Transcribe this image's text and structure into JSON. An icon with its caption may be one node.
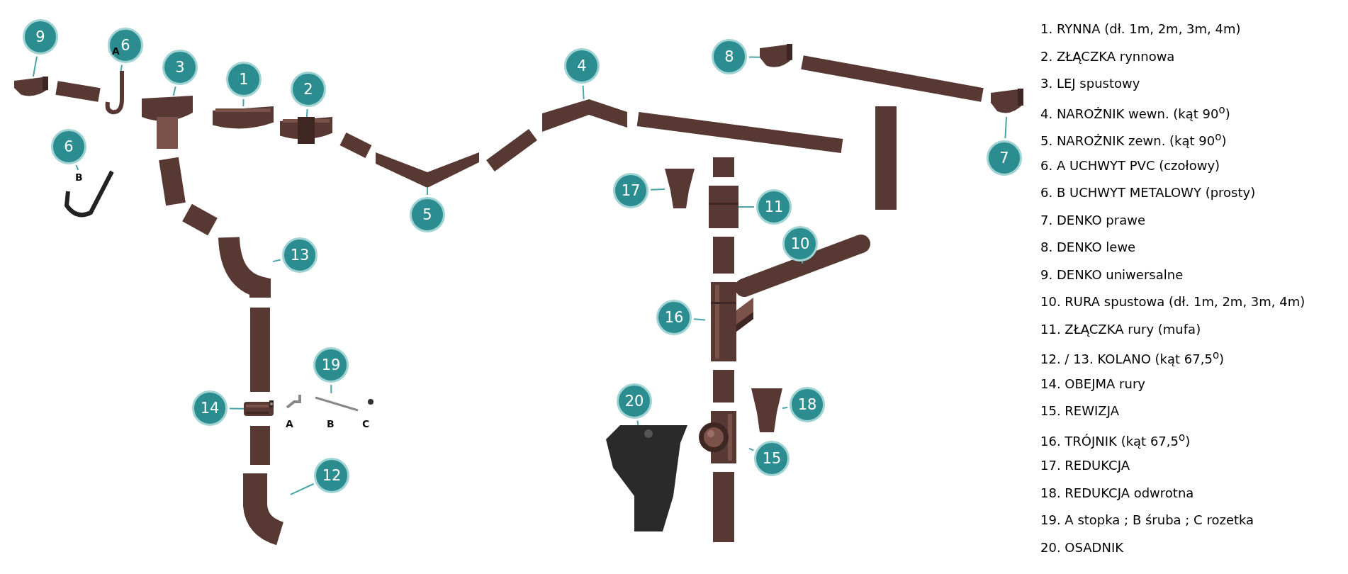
{
  "diagram": {
    "nodes": [
      {
        "text": [
          "9"
        ]
      },
      {
        "text": [
          "6"
        ]
      },
      {
        "text": [
          "3"
        ]
      },
      {
        "text": [
          "1"
        ]
      },
      {
        "text": [
          "2"
        ]
      },
      {
        "text": [
          "4"
        ]
      },
      {
        "text": [
          "6"
        ]
      },
      {
        "text": [
          "5"
        ]
      },
      {
        "text": [
          "13"
        ]
      },
      {
        "text": [
          "14"
        ]
      },
      {
        "text": [
          "19"
        ]
      },
      {
        "text": [
          "12"
        ]
      },
      {
        "text": [
          "8"
        ]
      },
      {
        "text": [
          "17"
        ]
      },
      {
        "text": [
          "11"
        ]
      },
      {
        "text": [
          "7"
        ]
      },
      {
        "text": [
          "10"
        ]
      },
      {
        "text": [
          "16"
        ]
      },
      {
        "text": [
          "20"
        ]
      },
      {
        "text": [
          "18"
        ]
      },
      {
        "text": [
          "15"
        ]
      },
      {
        "text": [],
        "shape": "picture"
      },
      {
        "text": [],
        "shape": "picture"
      },
      {
        "text": [],
        "shape": "picture"
      },
      {
        "text": [],
        "shape": "picture"
      },
      {
        "text": [],
        "shape": "picture"
      },
      {
        "text": [],
        "shape": "picture"
      },
      {
        "text": [],
        "shape": "picture"
      },
      {
        "text": [],
        "shape": "picture"
      },
      {
        "text": [],
        "shape": "picture"
      },
      {
        "text": [],
        "shape": "picture"
      },
      {
        "text": [],
        "shape": "picture"
      },
      {
        "text": [],
        "shape": "picture"
      },
      {
        "text": [],
        "shape": "picture"
      },
      {
        "text": [],
        "shape": "picture"
      },
      {
        "text": [],
        "shape": "picture"
      },
      {
        "text": [],
        "shape": "picture"
      },
      {
        "text": [],
        "shape": "picture"
      },
      {
        "text": [],
        "shape": "picture"
      },
      {
        "text": [],
        "shape": "picture"
      },
      {
        "text": [],
        "shape": "picture"
      },
      {
        "text": [],
        "shape": "picture"
      }
    ],
    "edges": [
      {
        "from": 0,
        "to": 21,
        "arrow": "none"
      },
      {
        "from": 1,
        "to": 22,
        "arrow": "none"
      },
      {
        "from": 2,
        "to": 23,
        "arrow": "none"
      },
      {
        "from": 3,
        "to": 24,
        "arrow": "none"
      },
      {
        "from": 4,
        "to": 25,
        "arrow": "none"
      },
      {
        "from": 5,
        "to": 26,
        "arrow": "none"
      },
      {
        "from": 6,
        "to": 27,
        "arrow": "none"
      },
      {
        "from": 7,
        "to": 28,
        "arrow": "none"
      },
      {
        "from": 8,
        "to": 29,
        "arrow": "none"
      },
      {
        "from": 9,
        "to": 30,
        "arrow": "none"
      },
      {
        "from": 10,
        "to": 31,
        "arrow": "none"
      },
      {
        "from": 11,
        "to": 32,
        "arrow": "none"
      },
      {
        "from": 12,
        "to": 33,
        "arrow": "none"
      },
      {
        "from": 13,
        "to": 34,
        "arrow": "none"
      },
      {
        "from": 14,
        "to": 35,
        "arrow": "none"
      },
      {
        "from": 15,
        "to": 36,
        "arrow": "none"
      },
      {
        "from": 16,
        "to": 37,
        "arrow": "none"
      },
      {
        "from": 17,
        "to": 38,
        "arrow": "none"
      },
      {
        "from": 18,
        "to": 39,
        "arrow": "none"
      },
      {
        "from": 19,
        "to": 40,
        "arrow": "none"
      },
      {
        "from": 20,
        "to": 41,
        "arrow": "none"
      }
    ],
    "labels": [
      "A",
      "B",
      "A",
      "B",
      "C",
      "1. RYNNA (dł. 1m, 2m, 3m, 4m)",
      "2. ZŁĄCZKA rynnowa",
      "3. LEJ spustowy",
      "4. NAROŻNIK wewn. (kąt 90$^{o}$)",
      "5. NAROŻNIK zewn. (kąt 90$^{o}$)",
      "6. A UCHWYT PVC (czołowy)",
      "6. B UCHWYT METALOWY (prosty)",
      "7. DENKO prawe",
      "8. DENKO lewe",
      "9. DENKO uniwersalne",
      "10. RURA spustowa (dł. 1m, 2m, 3m, 4m)",
      "11. ZŁĄCZKA rury (mufa)",
      "12. / 13. KOLANO (kąt 67,5$^{o}$)",
      "14. OBEJMA rury",
      "15. REWIZJA",
      "16. TRÓJNIK (kąt 67,5$^{o}$)",
      "17. REDUKCJA",
      "18. REDUKCJA odwrotna",
      "19. A stopka ; B śruba ; C rozetka",
      "20. OSADNIK"
    ]
  }
}
